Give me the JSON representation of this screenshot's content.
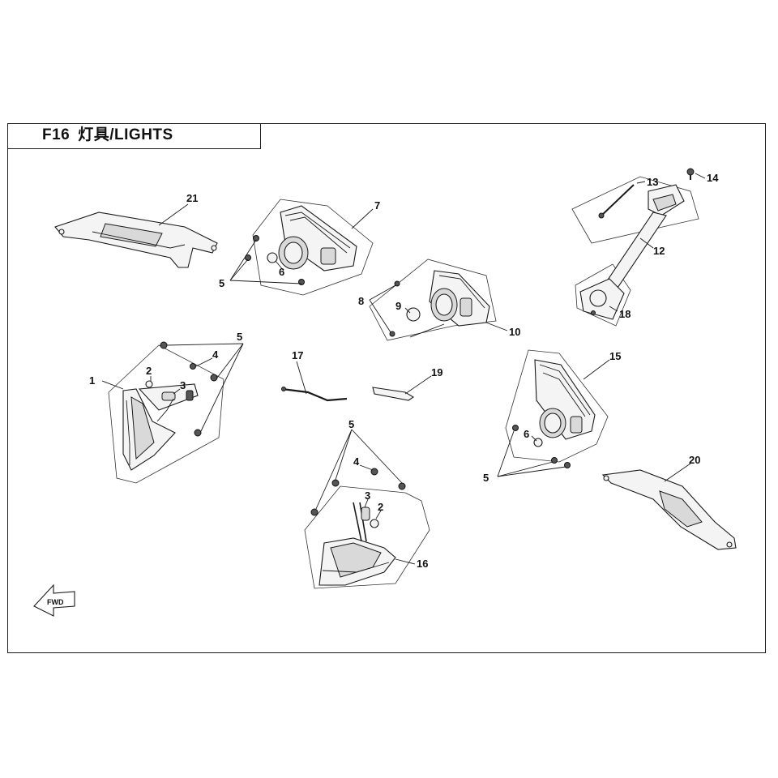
{
  "title": {
    "code": "F16",
    "name": "灯具/LIGHTS"
  },
  "fwd_mark": "FWD",
  "callouts": [
    "1",
    "2",
    "3",
    "4",
    "5",
    "6",
    "7",
    "8",
    "9",
    "10",
    "12",
    "13",
    "14",
    "15",
    "16",
    "17",
    "18",
    "19",
    "20",
    "21"
  ],
  "colors": {
    "ink": "#1a1a1a",
    "paper": "#ffffff",
    "fill_light": "#f4f4f4",
    "fill_mid": "#d9d9d9"
  }
}
